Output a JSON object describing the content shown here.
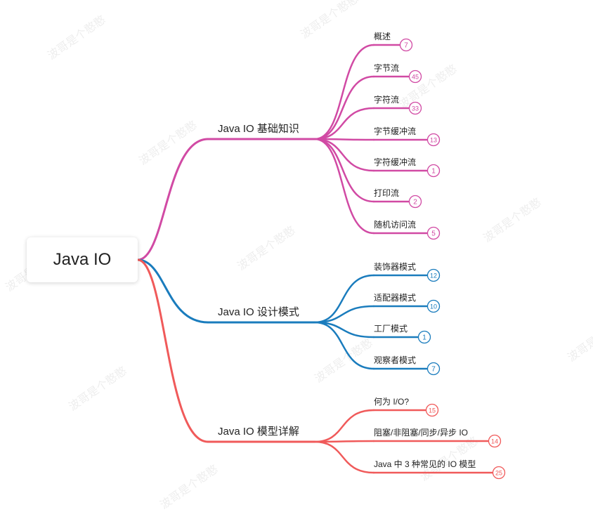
{
  "watermark": "波哥是个憨憨",
  "root": {
    "label": "Java IO"
  },
  "branches": [
    {
      "label": "Java IO 基础知识",
      "color": "#d14aa4",
      "children": [
        {
          "label": "概述",
          "count": "7"
        },
        {
          "label": "字节流",
          "count": "45"
        },
        {
          "label": "字符流",
          "count": "33"
        },
        {
          "label": "字节缓冲流",
          "count": "13"
        },
        {
          "label": "字符缓冲流",
          "count": "1"
        },
        {
          "label": "打印流",
          "count": "2"
        },
        {
          "label": "随机访问流",
          "count": "5"
        }
      ]
    },
    {
      "label": "Java IO 设计模式",
      "color": "#1a7cbd",
      "children": [
        {
          "label": "装饰器模式",
          "count": "12"
        },
        {
          "label": "适配器模式",
          "count": "10"
        },
        {
          "label": "工厂模式",
          "count": "1"
        },
        {
          "label": "观察者模式",
          "count": "7"
        }
      ]
    },
    {
      "label": "Java IO 模型详解",
      "color": "#f05a5a",
      "children": [
        {
          "label": "何为 I/O?",
          "count": "15"
        },
        {
          "label": "阻塞/非阻塞/同步/异步 IO",
          "count": "14"
        },
        {
          "label": "Java 中 3 种常见的 IO 模型",
          "count": "25"
        }
      ]
    }
  ]
}
